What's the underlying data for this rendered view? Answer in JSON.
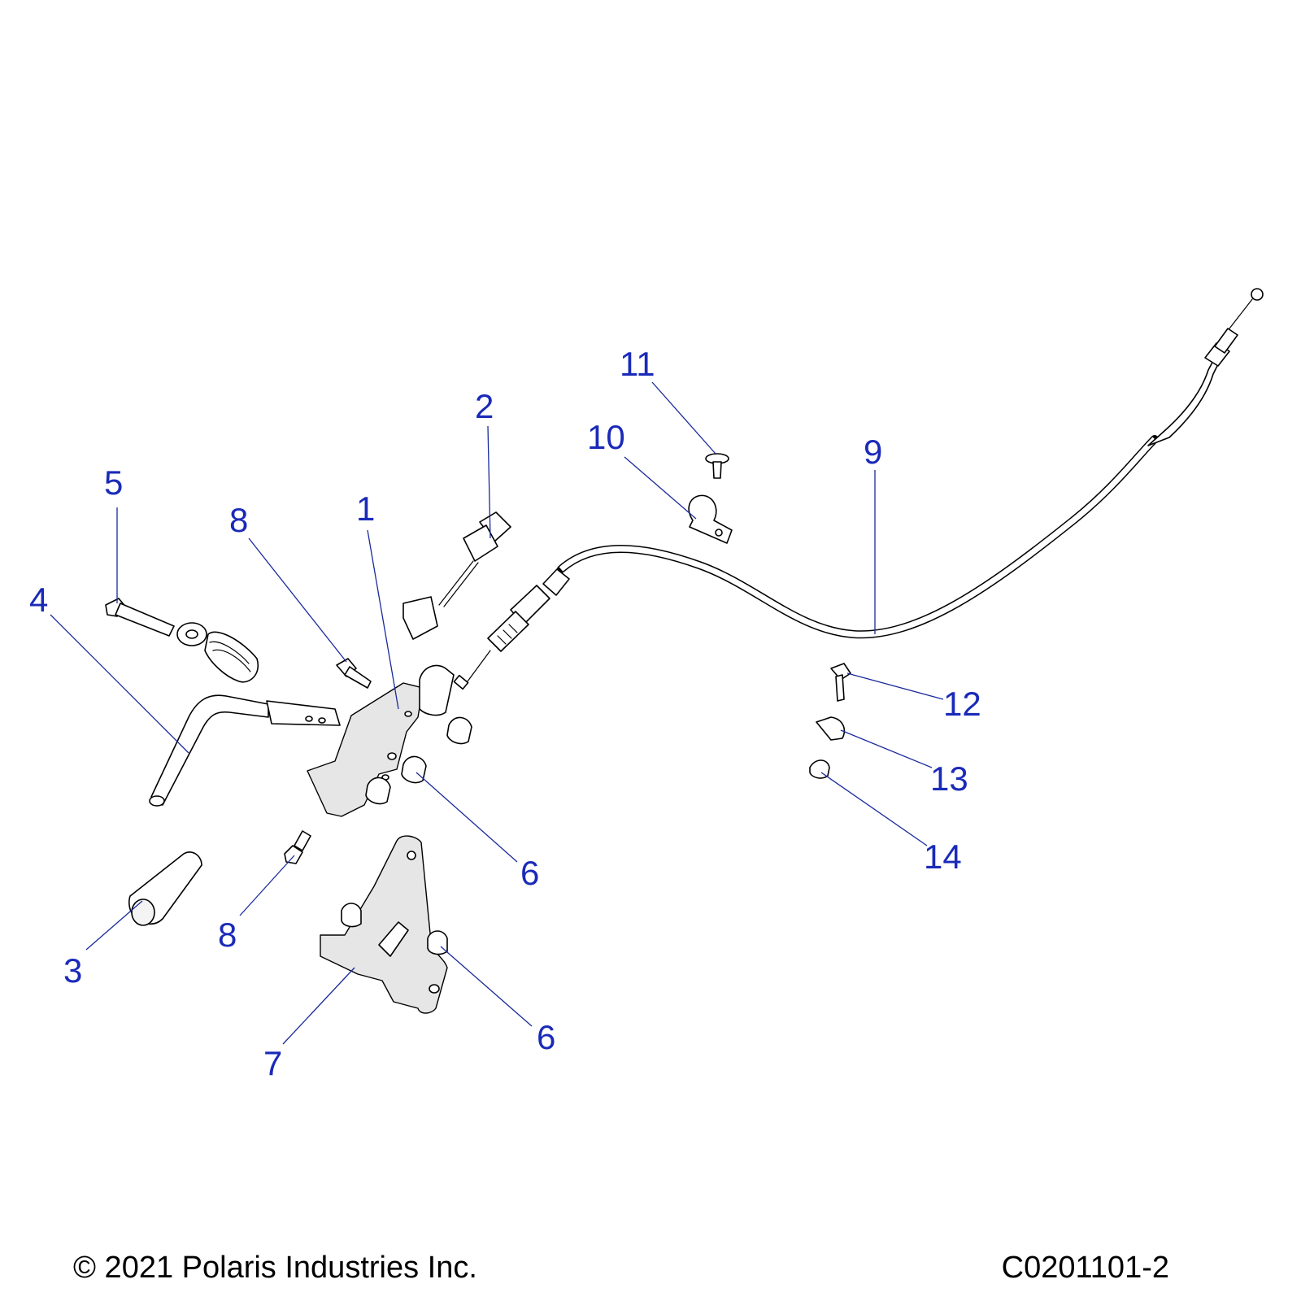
{
  "callouts": [
    {
      "id": "1",
      "label": "1"
    },
    {
      "id": "2",
      "label": "2"
    },
    {
      "id": "3",
      "label": "3"
    },
    {
      "id": "4",
      "label": "4"
    },
    {
      "id": "5",
      "label": "5"
    },
    {
      "id": "6a",
      "label": "6"
    },
    {
      "id": "6b",
      "label": "6"
    },
    {
      "id": "7",
      "label": "7"
    },
    {
      "id": "8a",
      "label": "8"
    },
    {
      "id": "8b",
      "label": "8"
    },
    {
      "id": "9",
      "label": "9"
    },
    {
      "id": "10",
      "label": "10"
    },
    {
      "id": "11",
      "label": "11"
    },
    {
      "id": "12",
      "label": "12"
    },
    {
      "id": "13",
      "label": "13"
    },
    {
      "id": "14",
      "label": "14"
    }
  ],
  "footer": {
    "copyright": "© 2021 Polaris Industries Inc.",
    "drawing_number": "C0201101-2"
  },
  "colors": {
    "callout": "#1a2ab8",
    "leader": "#1a2a9c",
    "line_art": "#000000",
    "background": "#ffffff"
  }
}
